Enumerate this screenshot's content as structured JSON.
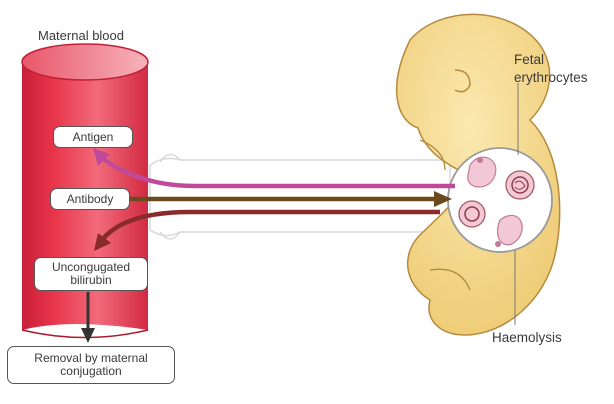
{
  "labels": {
    "maternal_blood": "Maternal blood",
    "fetal_erythrocytes": [
      "Fetal",
      "erythrocytes"
    ],
    "haemolysis": "Haemolysis"
  },
  "boxes": {
    "antigen": "Antigen",
    "antibody": "Antibody",
    "unconjugated_bilirubin": [
      "Uncongugated",
      "bilirubin"
    ],
    "removal": [
      "Removal by maternal",
      "conjugation"
    ]
  },
  "colors": {
    "vessel_red": "#e8354b",
    "vessel_light": "#f7a3ad",
    "fetus_skin": "#f6dc8f",
    "fetus_outline": "#b58a3e",
    "antigen_arrow": "#c04a9a",
    "antibody_arrow": "#6b4a1e",
    "bilirubin_arrow": "#8a2a2a",
    "removal_arrow": "#333333"
  }
}
